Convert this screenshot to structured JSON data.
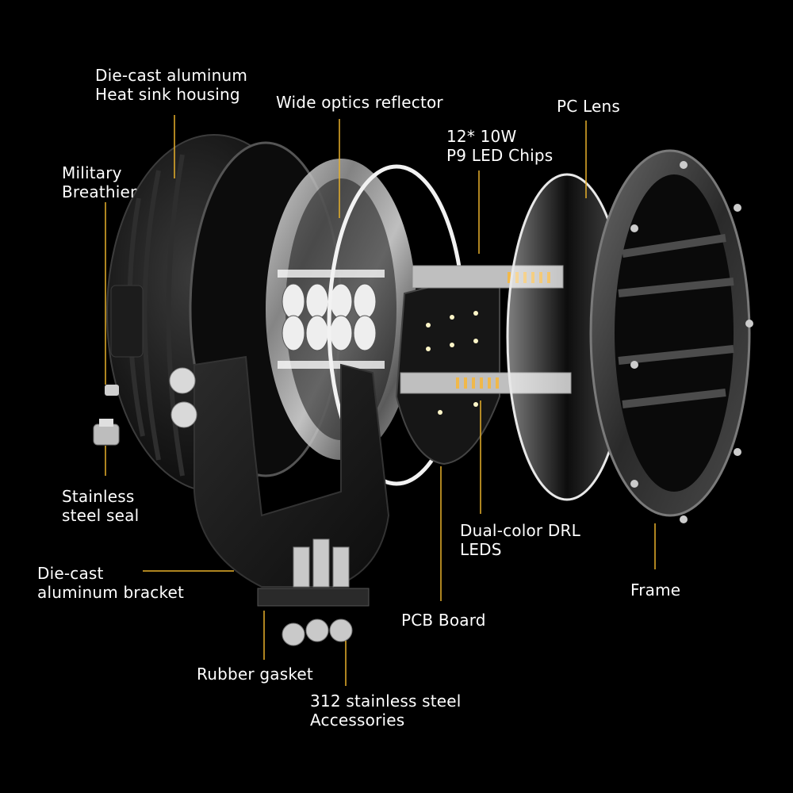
{
  "accent_line_color": "#e8b12a",
  "background_color": "#000000",
  "labels": {
    "heat_sink": {
      "line1": "Die-cast aluminum",
      "line2": "Heat sink housing"
    },
    "reflector": {
      "line1": "Wide optics reflector"
    },
    "led_chips": {
      "line1": "12* 10W",
      "line2": "P9 LED Chips"
    },
    "pc_lens": {
      "line1": "PC Lens"
    },
    "breather": {
      "line1": "Military",
      "line2": "Breathier"
    },
    "steel_seal": {
      "line1": "Stainless",
      "line2": "steel seal"
    },
    "bracket": {
      "line1": "Die-cast",
      "line2": "aluminum bracket"
    },
    "drl_leds": {
      "line1": "Dual-color DRL",
      "line2": "LEDS"
    },
    "frame": {
      "line1": "Frame"
    },
    "pcb": {
      "line1": "PCB Board"
    },
    "gasket": {
      "line1": "Rubber gasket"
    },
    "accessories": {
      "line1": "312 stainless steel",
      "line2": "Accessories"
    }
  },
  "components": [
    "housing",
    "reflector",
    "seal-ring",
    "pcb-board",
    "pc-lens",
    "frame",
    "bracket",
    "breather-valve",
    "hardware"
  ]
}
